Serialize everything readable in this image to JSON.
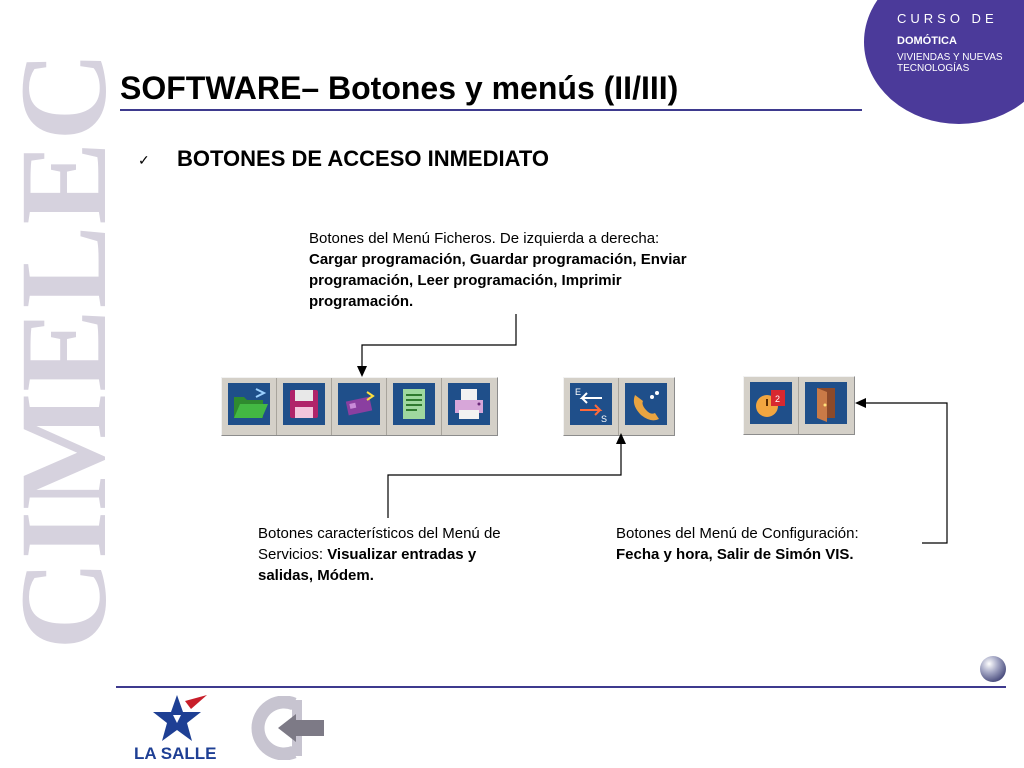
{
  "watermark": {
    "text": "CIMELEC"
  },
  "badge": {
    "line1": "CURSO DE",
    "line2": "DOMÓTICA",
    "line3": "VIVIENDAS Y NUEVAS TECNOLOGÍAS"
  },
  "title": "SOFTWARE– Botones y menús (II/III)",
  "bullet": {
    "icon": "checkmark-icon",
    "text": "BOTONES DE ACCESO INMEDIATO"
  },
  "ficheros": {
    "intro": "Botones del Menú Ficheros. De izquierda a derecha:",
    "bold": "Cargar programación, Guardar programación, Enviar programación, Leer programación, Imprimir programación.",
    "buttons": [
      "folder-open-icon",
      "floppy-disk-icon",
      "send-board-icon",
      "document-icon",
      "printer-icon"
    ]
  },
  "servicios": {
    "intro": "Botones característicos del Menú de Servicios: ",
    "bold": "Visualizar entradas y salidas, Módem.",
    "buttons": [
      "io-arrows-icon",
      "modem-phone-icon"
    ]
  },
  "configuracion": {
    "intro": "Botones del Menú de Configuración:",
    "bold": "Fecha y hora, Salir de Simón VIS.",
    "buttons": [
      "date-time-icon",
      "exit-door-icon"
    ]
  },
  "footer": {
    "logo_text": "LA SALLE",
    "colors": {
      "brand_blue": "#1e3f94",
      "accent_purple": "#4b3a9a",
      "rule": "#3e3a8e"
    }
  }
}
